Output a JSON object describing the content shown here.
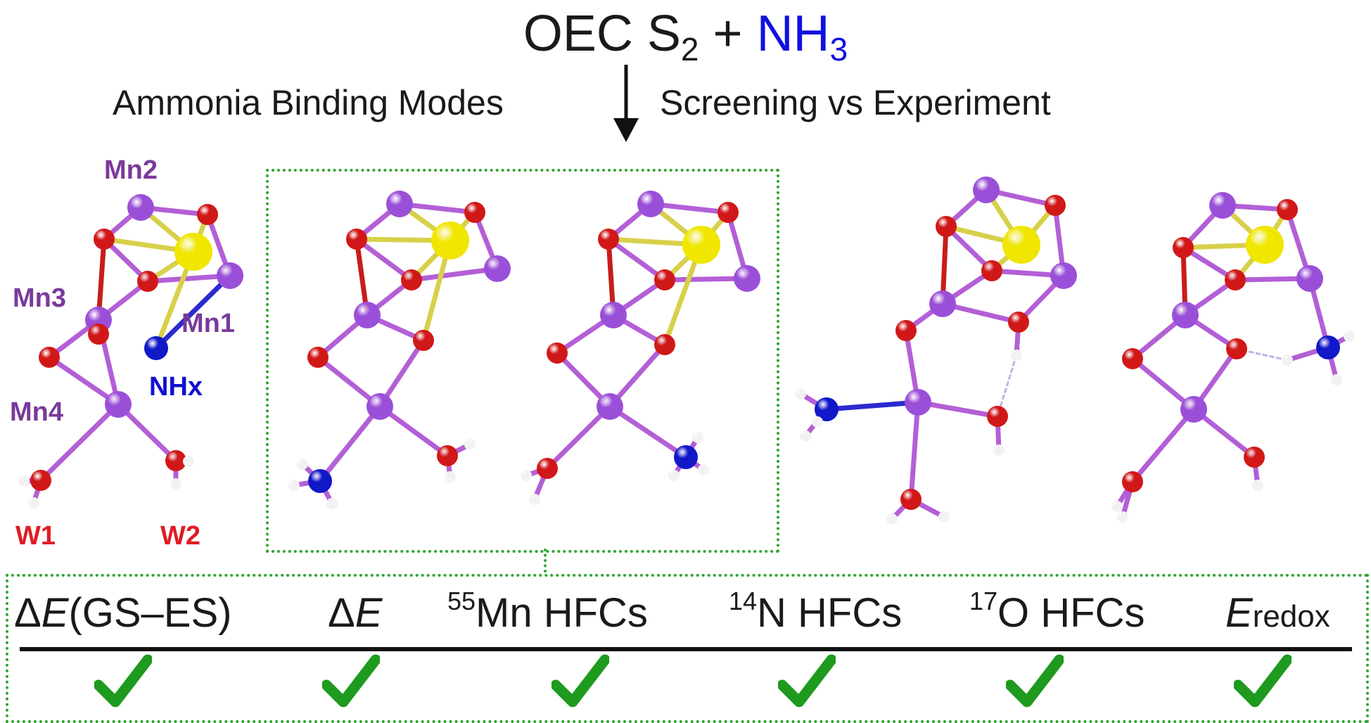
{
  "title": {
    "prefix": "OEC S",
    "subscript": "2",
    "plus": " + ",
    "reagent": "NH",
    "reagent_sub": "3"
  },
  "subtitle": {
    "left": "Ammonia Binding Modes",
    "right": "Screening vs Experiment"
  },
  "labels": {
    "mn1": "Mn1",
    "mn2": "Mn2",
    "mn3": "Mn3",
    "mn4": "Mn4",
    "nhx": "NHx",
    "w1": "W1",
    "w2": "W2"
  },
  "criteria": [
    {
      "sym": "Δ",
      "var": "E",
      "rest": "(GS–ES)"
    },
    {
      "sym": "Δ",
      "var": "E"
    },
    {
      "sup": "55",
      "text": "Mn HFCs"
    },
    {
      "sup": "14",
      "text": "N HFCs"
    },
    {
      "sup": "17",
      "text": "O HFCs"
    },
    {
      "var": "E",
      "sub": "redox"
    }
  ],
  "colors": {
    "mn": "#9a4fd8",
    "o": "#d11818",
    "ca": "#f0e600",
    "n": "#1018c8",
    "h": "#f2f2f2",
    "box": "#2ca52c",
    "check": "#1e9a1e"
  }
}
